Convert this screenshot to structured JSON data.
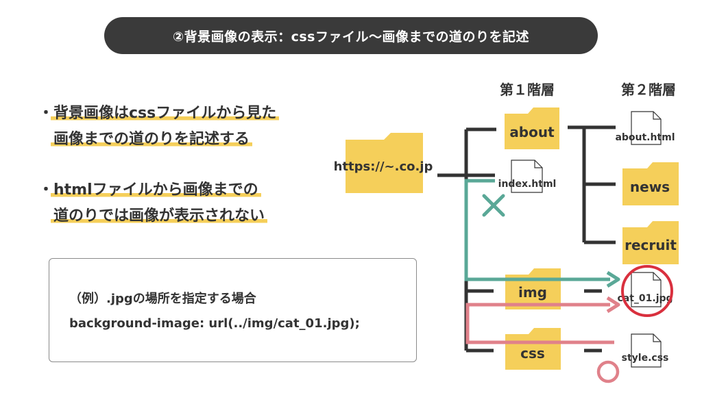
{
  "header": {
    "title": "②背景画像の表示：cssファイル〜画像までの道のりを記述"
  },
  "bullets": [
    {
      "marker": "・",
      "lines": [
        "背景画像はcssファイルから見た",
        "画像までの道のりを記述する"
      ]
    },
    {
      "marker": "・",
      "lines": [
        "htmlファイルから画像までの",
        "道のりでは画像が表示されない"
      ]
    }
  ],
  "example": {
    "line1": "（例）.jpgの場所を指定する場合",
    "line2": "background-image: url(../img/cat_01.jpg);"
  },
  "tree": {
    "level1_header": "第１階層",
    "level2_header": "第２階層",
    "root": "https://~.co.jp",
    "level1": {
      "about": "about",
      "index": "index.html",
      "img": "img",
      "css": "css"
    },
    "level2": {
      "about_html": "about.html",
      "news": "news",
      "recruit": "recruit",
      "cat": "cat_01.jpg",
      "style": "style.css"
    }
  },
  "colors": {
    "folder": "#f5cf5a",
    "tree_line": "#333333",
    "wrong_path": "#5aa897",
    "right_path": "#e0818a",
    "highlight_circle": "#d9303e"
  }
}
